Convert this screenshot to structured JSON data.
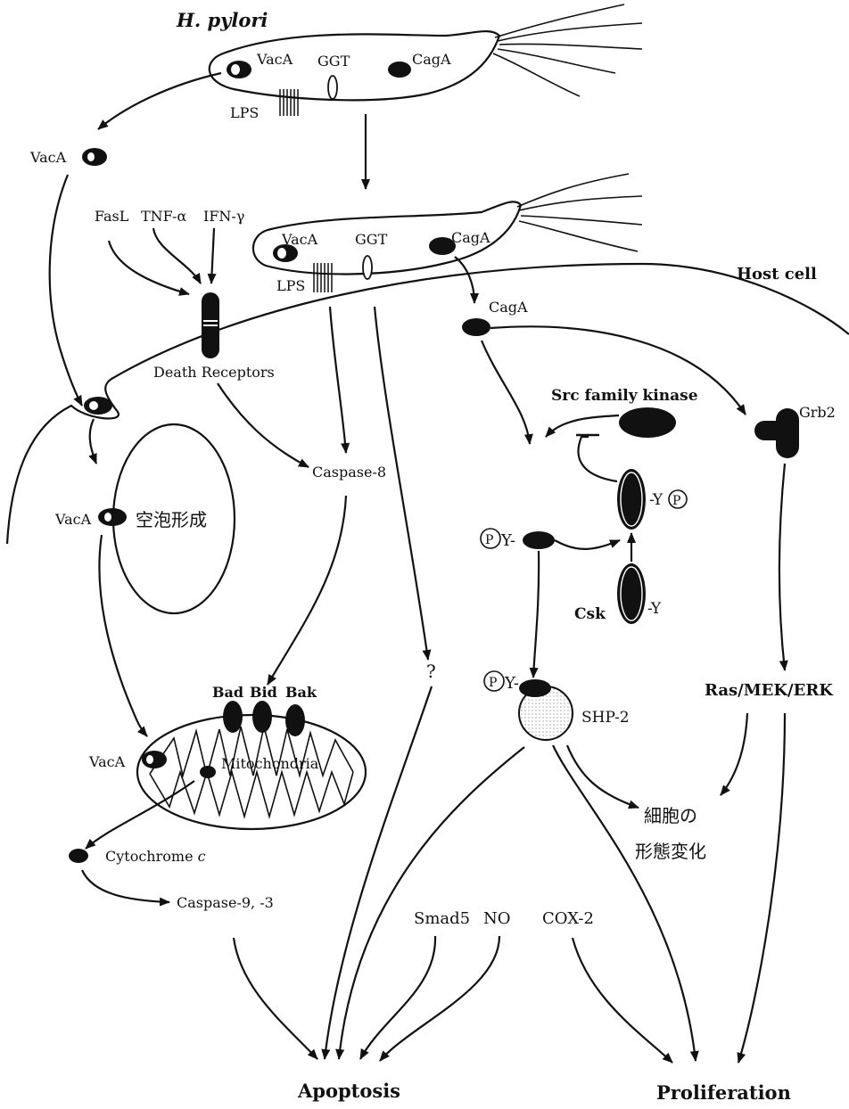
{
  "labels": {
    "hp_title": "H. pylori",
    "host_cell": "Host cell",
    "vaca_top": "VacA",
    "ggt_top": "GGT",
    "caga_top": "CagA",
    "lps_top": "LPS",
    "vaca_left": "VacA",
    "fasl": "FasL",
    "tnf": "TNF-α",
    "ifn": "IFN-γ",
    "vaca_mid": "VacA",
    "ggt_mid": "GGT",
    "caga_mid": "CagA",
    "lps_mid": "LPS",
    "death_receptors": "Death Receptors",
    "caga_host": "CagA",
    "src": "Src family kinase",
    "grb2": "Grb2",
    "caspase8": "Caspase-8",
    "vaca_vac": "VacA",
    "vacuole": "空泡形成",
    "py1": "Y-",
    "yp_src": "-Y",
    "csk": "Csk",
    "csk_y": "-Y",
    "question": "?",
    "bad": "Bad",
    "bid": "Bid",
    "bak": "Bak",
    "py2": "Y-",
    "shp2": "SHP-2",
    "ras": "Ras/MEK/ERK",
    "vaca_mito": "VacA",
    "mito": "Mitochondria",
    "morph1": "細胞の",
    "morph2": "形態変化",
    "cytc": "Cytochrome",
    "cytc_c": "c",
    "casp93": "Caspase-9, -3",
    "smad5": "Smad5",
    "no": "NO",
    "cox2": "COX-2",
    "apoptosis": "Apoptosis",
    "proliferation": "Proliferation",
    "p_symbol": "P"
  }
}
